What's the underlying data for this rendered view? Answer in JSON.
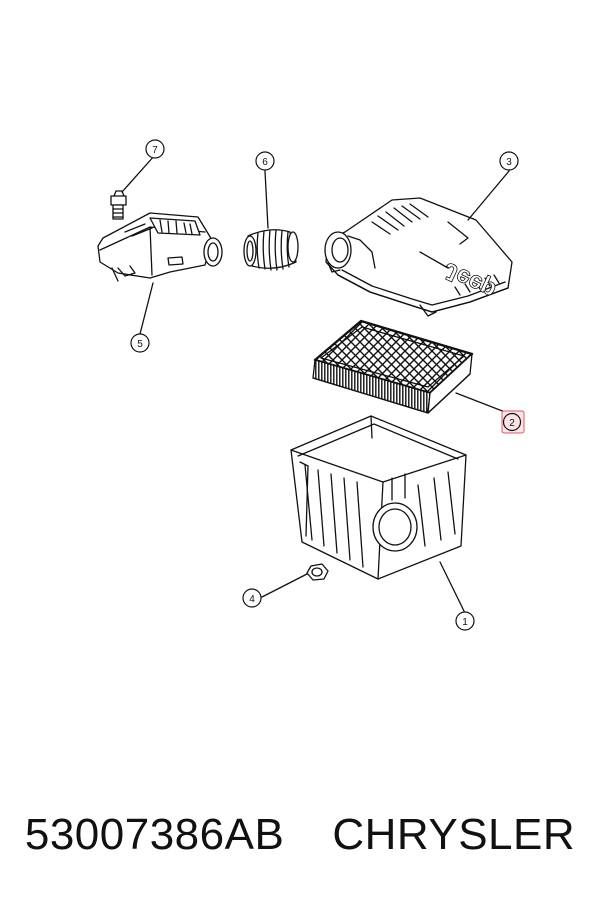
{
  "callouts": {
    "c1": "1",
    "c2": "2",
    "c3": "3",
    "c4": "4",
    "c5": "5",
    "c6": "6",
    "c7": "7"
  },
  "logo_text": "Jeep",
  "highlight_color": "#e05a6a",
  "caption": {
    "part_number": "53007386AB",
    "brand": "CHRYSLER"
  }
}
